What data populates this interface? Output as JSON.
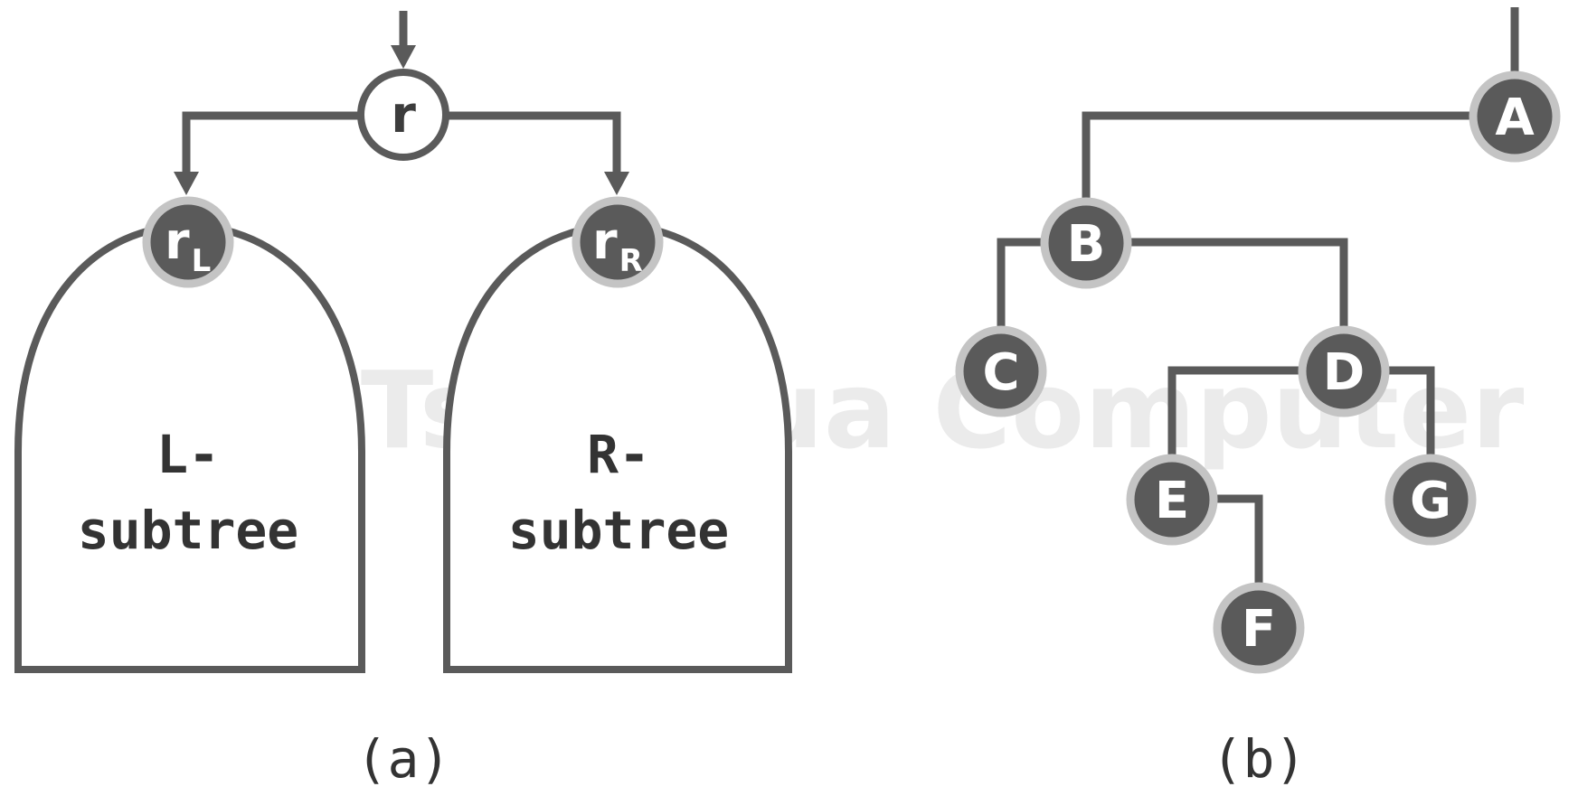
{
  "watermark": "(c) Tsinghua Computer",
  "panel_a": {
    "caption": "(a)",
    "root": {
      "label": "r"
    },
    "left_child": {
      "base": "r",
      "sub": "L"
    },
    "right_child": {
      "base": "r",
      "sub": "R"
    },
    "left_subtree": {
      "line1": "L-",
      "line2": "subtree"
    },
    "right_subtree": {
      "line1": "R-",
      "line2": "subtree"
    }
  },
  "panel_b": {
    "caption": "(b)",
    "nodes": [
      {
        "id": "A",
        "label": "A"
      },
      {
        "id": "B",
        "label": "B"
      },
      {
        "id": "C",
        "label": "C"
      },
      {
        "id": "D",
        "label": "D"
      },
      {
        "id": "E",
        "label": "E"
      },
      {
        "id": "F",
        "label": "F"
      },
      {
        "id": "G",
        "label": "G"
      }
    ],
    "edges": [
      [
        "A",
        "B"
      ],
      [
        "B",
        "C"
      ],
      [
        "B",
        "D"
      ],
      [
        "D",
        "E"
      ],
      [
        "D",
        "G"
      ],
      [
        "E",
        "F"
      ]
    ]
  },
  "colors": {
    "edge": "#5a5a5a",
    "node_fill": "#5a5a5a",
    "node_ring": "#c4c4c4",
    "watermark": "#ebebeb"
  }
}
